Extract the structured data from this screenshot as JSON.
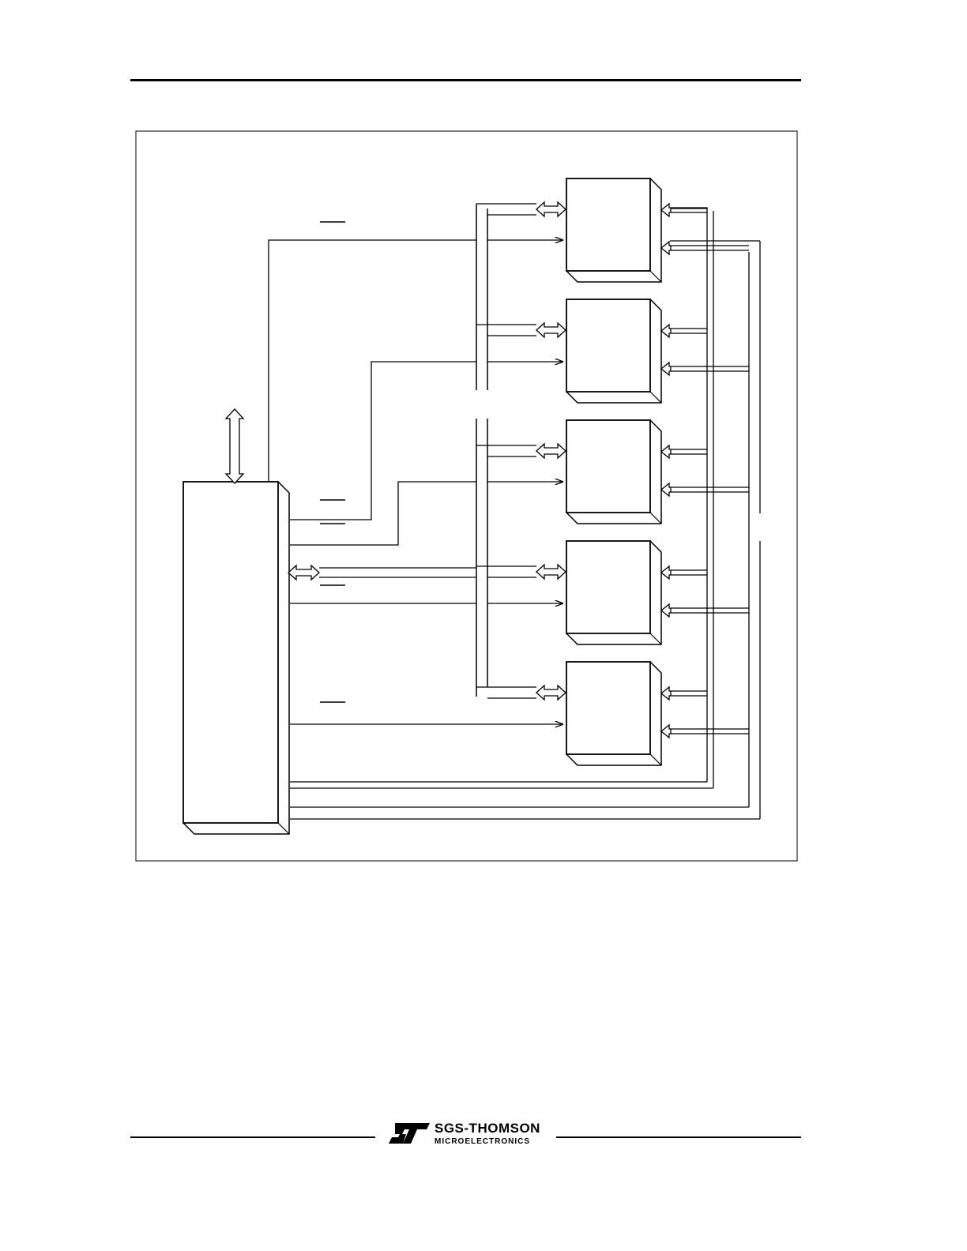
{
  "logo": {
    "icon": "st-logo",
    "name": "SGS-THOMSON",
    "subtitle": "MICROELECTRONICS"
  },
  "diagram": {
    "memory_block_count": 5
  }
}
